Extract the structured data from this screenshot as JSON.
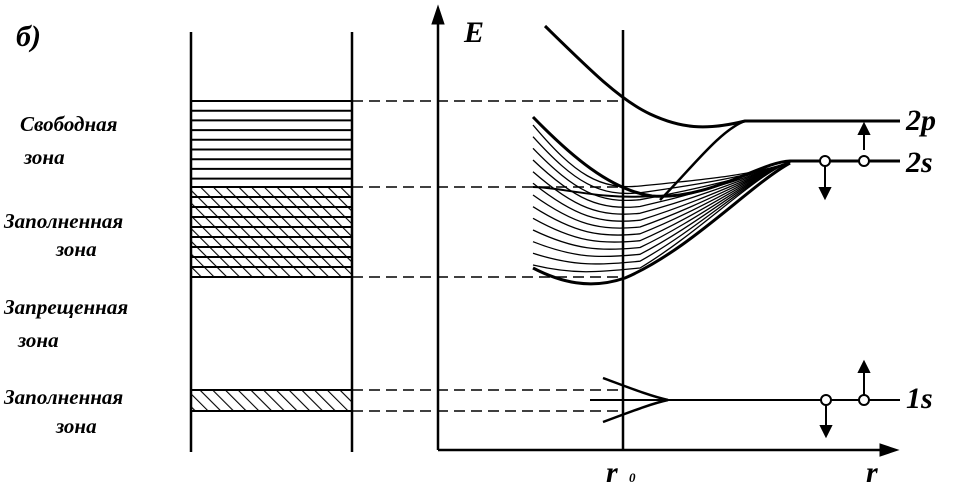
{
  "panel_label": "б)",
  "zones": [
    {
      "line1": "Свободная",
      "line2": "зона"
    },
    {
      "line1": "Заполненная",
      "line2": "зона"
    },
    {
      "line1": "Запрещенная",
      "line2": "зона"
    },
    {
      "line1": "Заполненная",
      "line2": "зона"
    }
  ],
  "axis": {
    "y_label": "E",
    "x_label": "r",
    "r0_label": "r",
    "r0_sub": "0"
  },
  "levels": {
    "p2": "2p",
    "s2": "2s",
    "s1": "1s"
  },
  "colors": {
    "ink": "#000000",
    "background": "#ffffff"
  }
}
